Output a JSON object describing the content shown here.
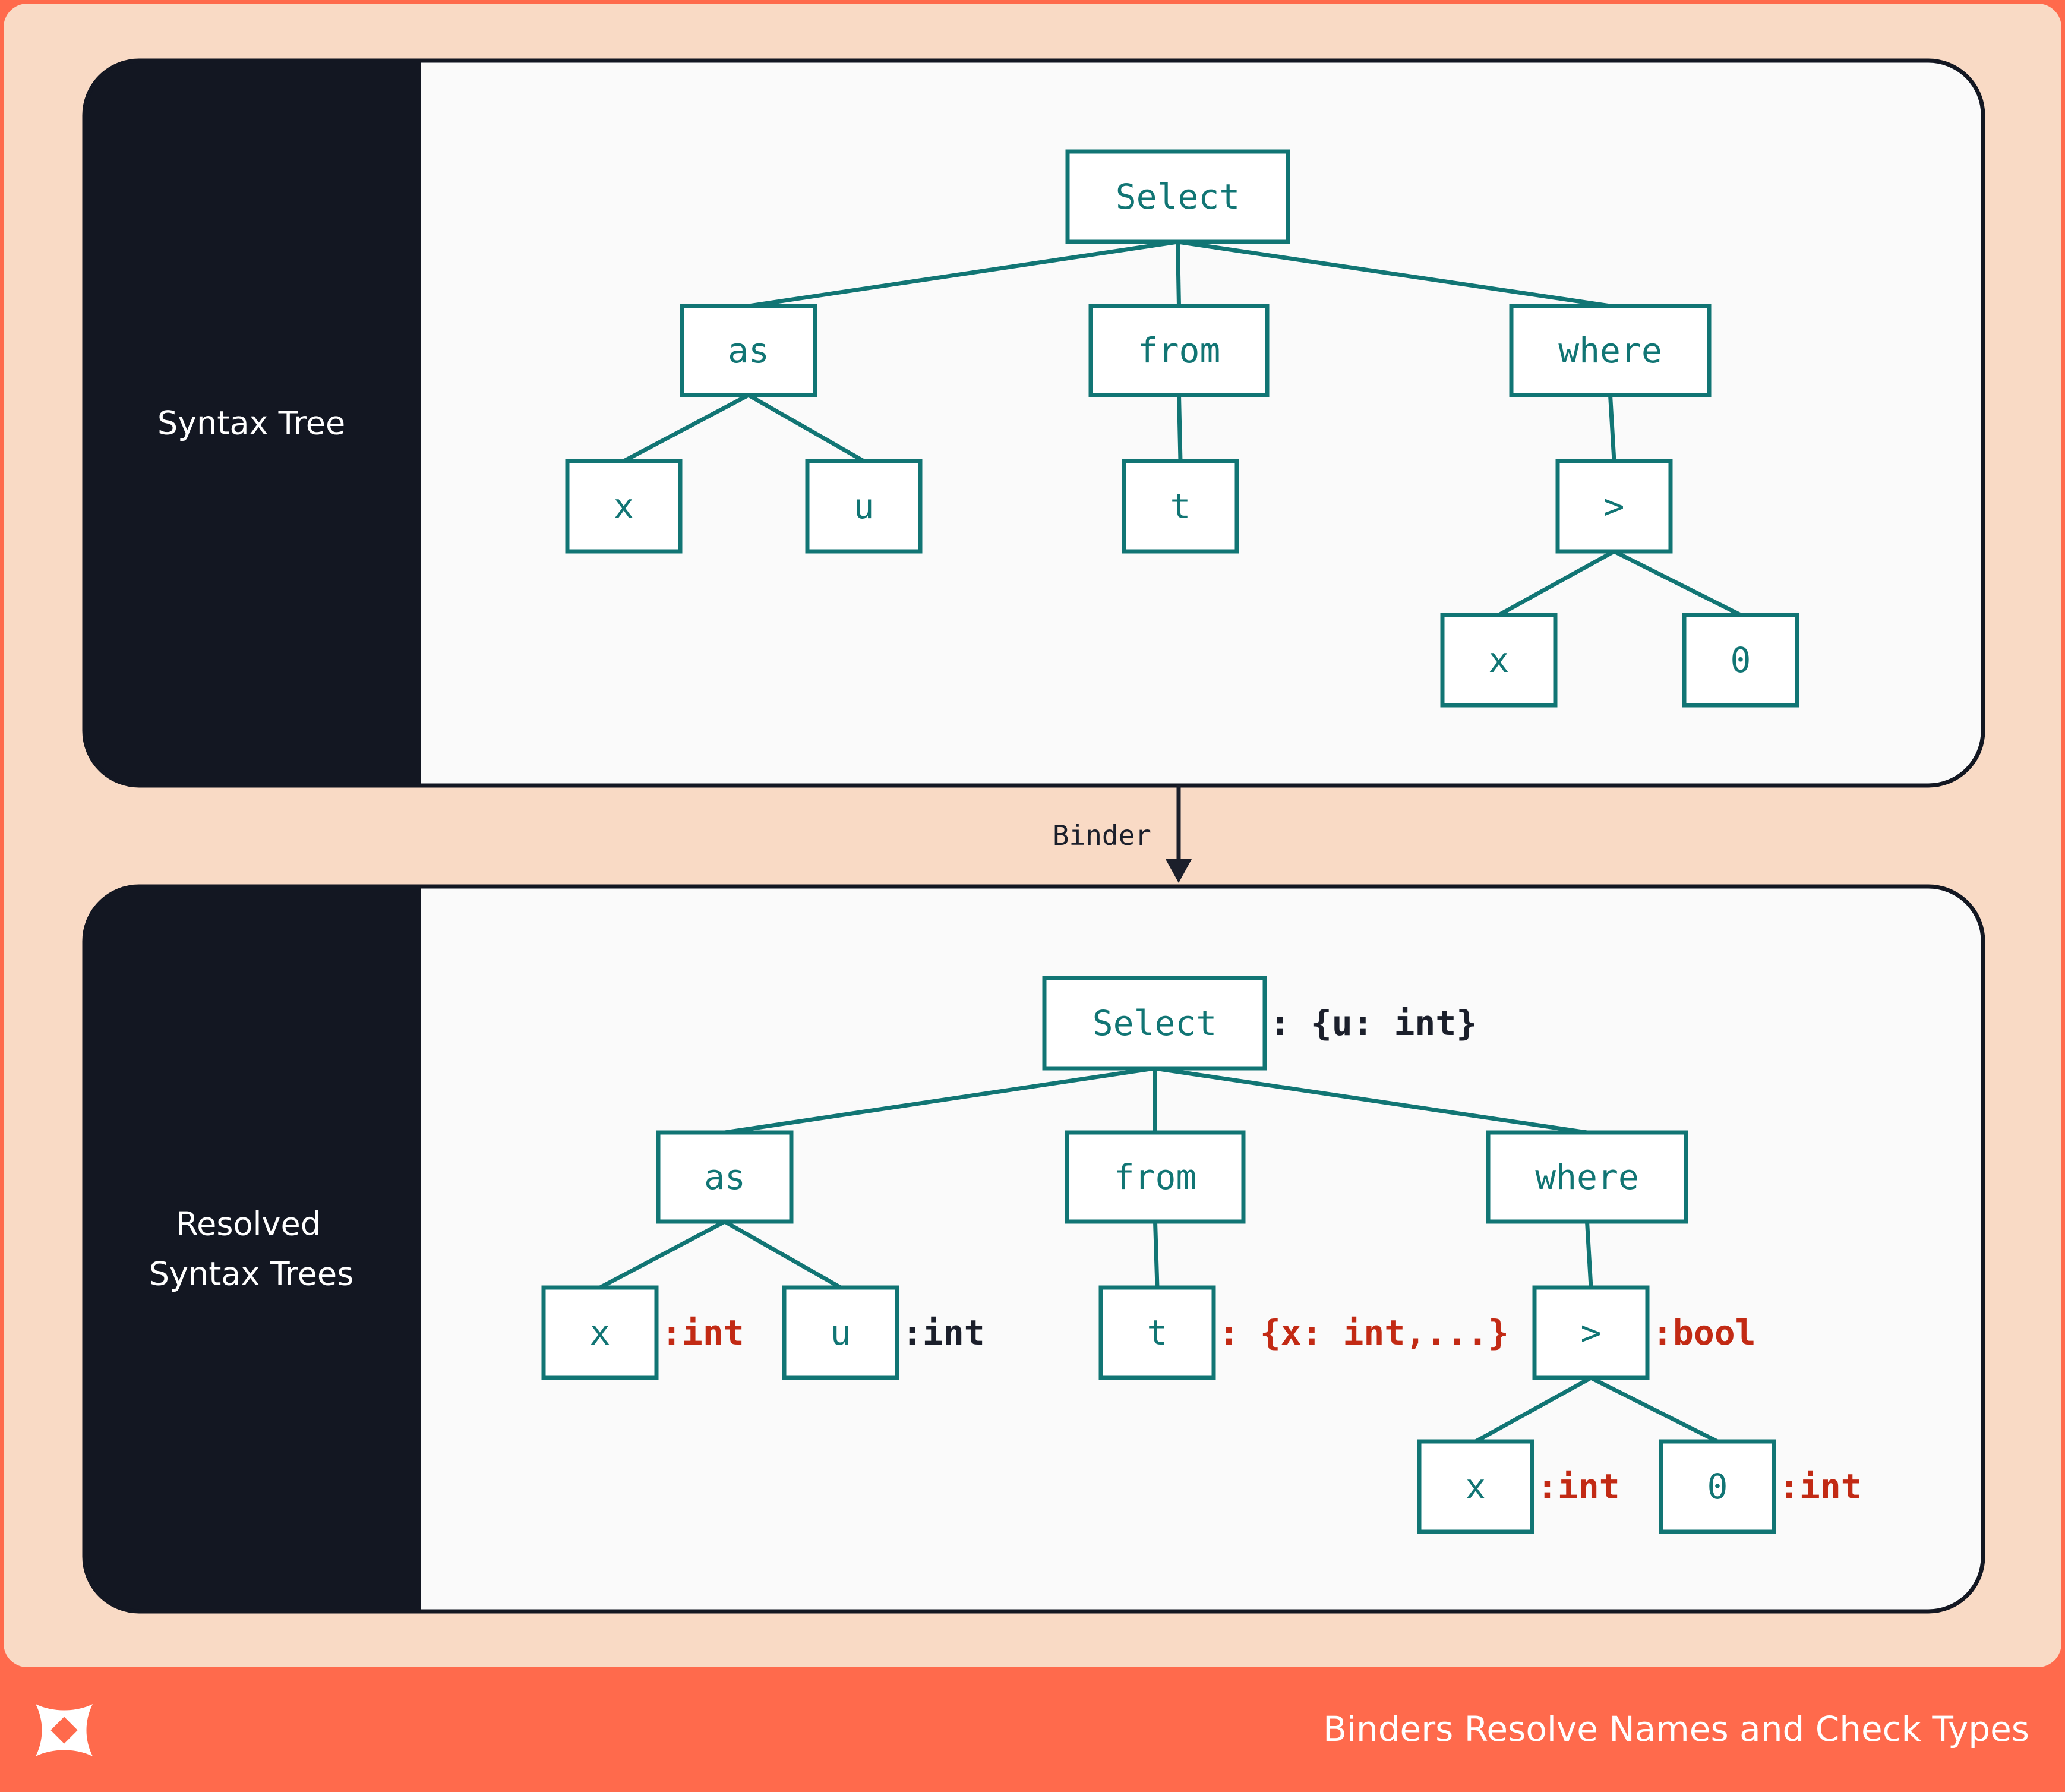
{
  "colors": {
    "frame_bg": "#F9DAC5",
    "footer_bg": "#FF6A4C",
    "sidebar_bg": "#131722",
    "panel_bg": "#FAFAFA",
    "node_stroke": "#117574",
    "type_red": "#C22A14",
    "type_dark": "#1B1F2B"
  },
  "binder_label": "Binder",
  "footer_title": "Binders Resolve Names and Check Types",
  "logo_icon": "x-logo-icon",
  "panels": [
    {
      "id": "syntax",
      "title": [
        "Syntax Tree"
      ],
      "nodes": [
        {
          "id": "select",
          "label": "Select",
          "parent": null
        },
        {
          "id": "as",
          "label": "as",
          "parent": "select"
        },
        {
          "id": "from",
          "label": "from",
          "parent": "select"
        },
        {
          "id": "where",
          "label": "where",
          "parent": "select"
        },
        {
          "id": "x",
          "label": "x",
          "parent": "as"
        },
        {
          "id": "u",
          "label": "u",
          "parent": "as"
        },
        {
          "id": "t",
          "label": "t",
          "parent": "from"
        },
        {
          "id": "gt",
          "label": ">",
          "parent": "where"
        },
        {
          "id": "x2",
          "label": "x",
          "parent": "gt"
        },
        {
          "id": "zero",
          "label": "0",
          "parent": "gt"
        }
      ]
    },
    {
      "id": "resolved",
      "title": [
        "Resolved",
        "Syntax Trees"
      ],
      "nodes": [
        {
          "id": "select",
          "label": "Select",
          "parent": null,
          "type": ": {u: int}",
          "type_color": "dark"
        },
        {
          "id": "as",
          "label": "as",
          "parent": "select"
        },
        {
          "id": "from",
          "label": "from",
          "parent": "select"
        },
        {
          "id": "where",
          "label": "where",
          "parent": "select"
        },
        {
          "id": "x",
          "label": "x",
          "parent": "as",
          "type": ":int",
          "type_color": "red"
        },
        {
          "id": "u",
          "label": "u",
          "parent": "as",
          "type": ":int",
          "type_color": "dark"
        },
        {
          "id": "t",
          "label": "t",
          "parent": "from",
          "type": ": {x: int,...}",
          "type_color": "red"
        },
        {
          "id": "gt",
          "label": ">",
          "parent": "where",
          "type": ":bool",
          "type_color": "red"
        },
        {
          "id": "x2",
          "label": "x",
          "parent": "gt",
          "type": ":int",
          "type_color": "red"
        },
        {
          "id": "zero",
          "label": "0",
          "parent": "gt",
          "type": ":int",
          "type_color": "red"
        }
      ]
    }
  ]
}
